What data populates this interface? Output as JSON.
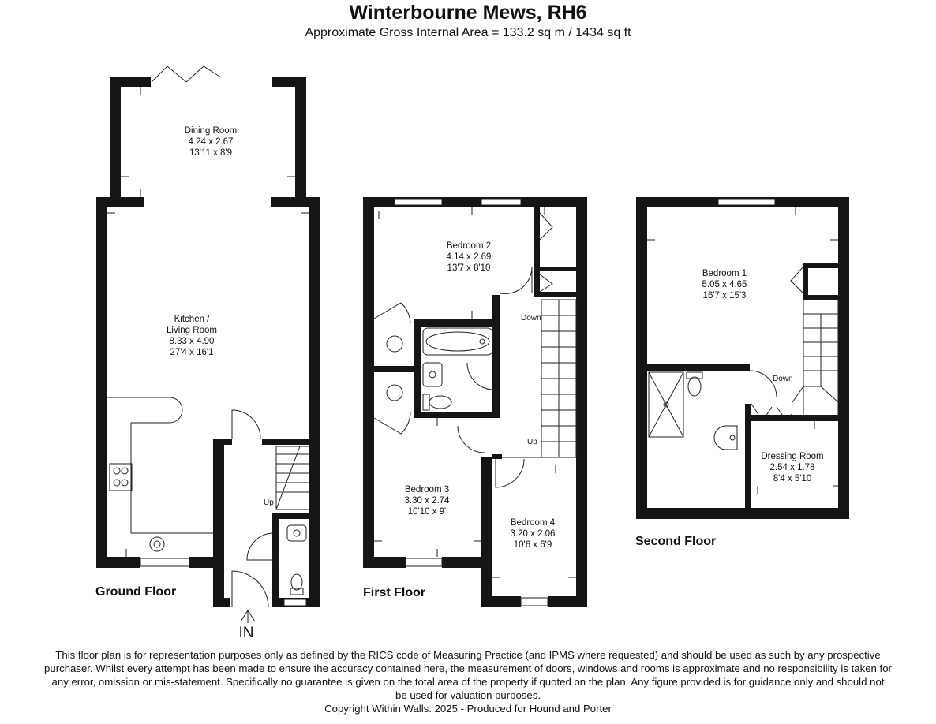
{
  "header": {
    "title": "Winterbourne Mews, RH6",
    "subtitle": "Approximate Gross Internal Area = 133.2 sq m / 1434 sq ft"
  },
  "floors": {
    "ground": {
      "label": "Ground Floor",
      "rooms": {
        "dining": [
          "Dining Room",
          "4.24 x 2.67",
          "13'11 x 8'9"
        ],
        "kitchen": [
          "Kitchen /",
          "Living Room",
          "8.33 x 4.90",
          "27'4 x 16'1"
        ]
      },
      "stair_label": "Up",
      "entrance_label": "IN"
    },
    "first": {
      "label": "First Floor",
      "rooms": {
        "bedroom2": [
          "Bedroom 2",
          "4.14 x 2.69",
          "13'7 x 8'10"
        ],
        "bedroom3": [
          "Bedroom 3",
          "3.30 x 2.74",
          "10'10 x 9'"
        ],
        "bedroom4": [
          "Bedroom 4",
          "3.20 x 2.06",
          "10'6 x 6'9"
        ]
      },
      "stair_down": "Down",
      "stair_up": "Up"
    },
    "second": {
      "label": "Second Floor",
      "rooms": {
        "bedroom1": [
          "Bedroom 1",
          "5.05 x 4.65",
          "16'7 x 15'3"
        ],
        "dressing": [
          "Dressing Room",
          "2.54 x 1.78",
          "8'4 x 5'10"
        ]
      },
      "stair_down": "Down"
    }
  },
  "footer": {
    "disclaimer": [
      "This floor plan is for representation purposes only as defined by the RICS code of Measuring Practice (and IPMS where requested) and should be used as such by any prospective",
      "purchaser. Whilst every attempt has been made to ensure the accuracy contained here, the measurement of doors, windows and rooms is approximate and no responsibility is taken for",
      "any error, omission or mis-statement. Specifically no guarantee is given on the total area of the property if quoted on the plan. Any figure provided is for guidance only and should not",
      "be used for valuation purposes."
    ],
    "copyright": "Copyright Within Walls. 2025 - Produced for Hound and Porter"
  }
}
